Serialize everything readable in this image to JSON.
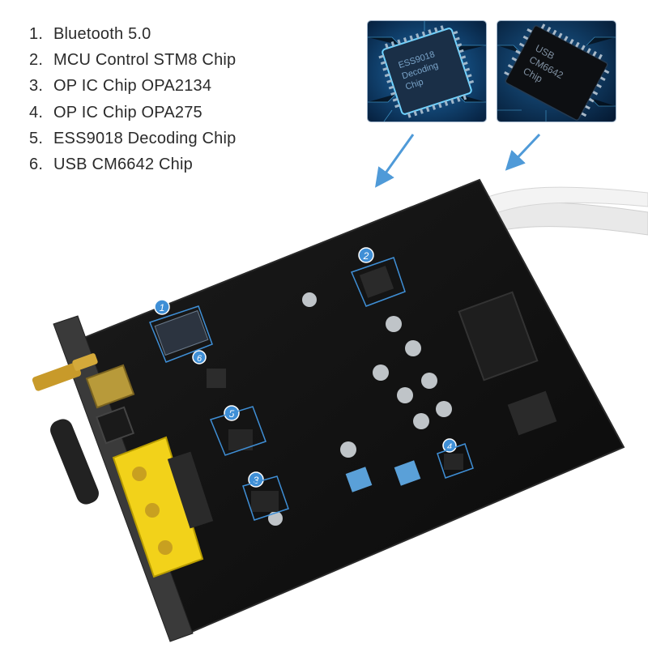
{
  "features": [
    {
      "number": "1.",
      "label": "Bluetooth 5.0"
    },
    {
      "number": "2.",
      "label": "MCU Control STM8 Chip"
    },
    {
      "number": "3.",
      "label": "OP IC Chip OPA2134"
    },
    {
      "number": "4.",
      "label": "OP IC Chip OPA275"
    },
    {
      "number": "5.",
      "label": "ESS9018 Decoding Chip"
    },
    {
      "number": "6.",
      "label": "USB CM6642 Chip"
    }
  ],
  "insets": {
    "ess_chip_text": [
      "ESS9018",
      "Decoding",
      "Chip"
    ],
    "usb_chip_text": [
      "USB",
      "CM6642",
      "Chip"
    ]
  },
  "markers": [
    "1",
    "2",
    "3",
    "4",
    "5",
    "6"
  ],
  "colors": {
    "pcb": "#111111",
    "marker": "#3f8fd6",
    "arrow": "#4f9ad8",
    "rca_yellow": "#f2d21a",
    "inset_glow": "#39c0ff"
  }
}
